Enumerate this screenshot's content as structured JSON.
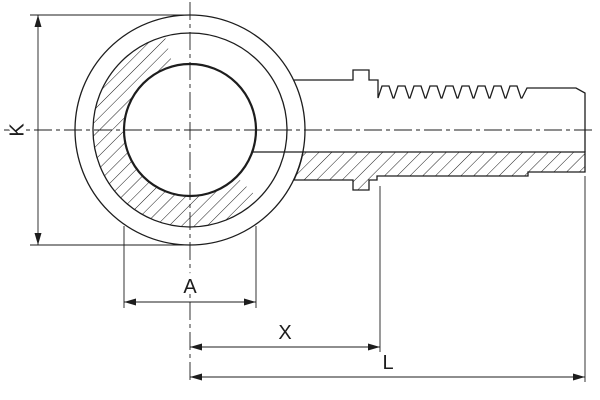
{
  "drawing": {
    "background_color": "#ffffff",
    "line_color": "#1d1d1d",
    "dimensions": {
      "k_label": "K",
      "a_label": "A",
      "x_label": "X",
      "l_label": "L"
    }
  }
}
